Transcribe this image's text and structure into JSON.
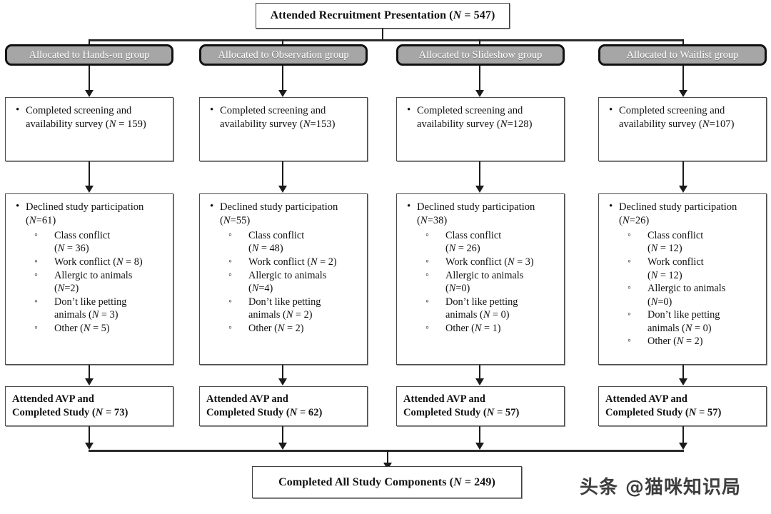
{
  "figure": {
    "top": {
      "label": "Attended Recruitment Presentation (N = 547)"
    },
    "columns": [
      {
        "group_label": "Allocated to Hands-on group",
        "screening": {
          "line1": "Completed screening and",
          "line2": "availability survey (N = 159)"
        },
        "declined": {
          "line1": "Declined study participation",
          "line2": "(N=61)",
          "reasons": [
            "Class conflict",
            "(N = 36)",
            "Work conflict (N = 8)",
            "Allergic to animals",
            "(N=2)",
            "Don’t like petting",
            "animals (N = 3)",
            "Other (N = 5)"
          ]
        },
        "completed": {
          "line1": "Attended AVP and",
          "line2": "Completed Study (N = 73)"
        }
      },
      {
        "group_label": "Allocated to Observation group",
        "screening": {
          "line1": "Completed screening and",
          "line2": "availability survey (N=153)"
        },
        "declined": {
          "line1": "Declined study participation",
          "line2": "(N=55)",
          "reasons": [
            "Class conflict",
            "(N = 48)",
            "Work conflict (N = 2)",
            "Allergic to animals",
            "(N=4)",
            "Don’t like petting",
            "animals (N = 2)",
            "Other (N = 2)"
          ]
        },
        "completed": {
          "line1": "Attended AVP and",
          "line2": "Completed Study (N = 62)"
        }
      },
      {
        "group_label": "Allocated to Slideshow group",
        "screening": {
          "line1": "Completed screening and",
          "line2": "availability survey (N=128)"
        },
        "declined": {
          "line1": "Declined study participation",
          "line2": "(N=38)",
          "reasons": [
            "Class conflict",
            "(N = 26)",
            "Work conflict (N = 3)",
            "Allergic to animals",
            "(N=0)",
            "Don’t like petting",
            "animals (N = 0)",
            "Other (N = 1)"
          ]
        },
        "completed": {
          "line1": "Attended AVP and",
          "line2": "Completed Study (N = 57)"
        }
      },
      {
        "group_label": "Allocated to Waitlist group",
        "screening": {
          "line1": "Completed screening and",
          "line2": "availability survey (N=107)"
        },
        "declined": {
          "line1": "Declined study participation",
          "line2": "(N=26)",
          "reasons": [
            "Class conflict",
            "(N = 12)",
            "Work conflict",
            "(N = 12)",
            "Allergic to animals",
            "(N=0)",
            "Don’t like petting",
            "animals (N = 0)",
            "Other (N = 2)"
          ]
        },
        "completed": {
          "line1": "Attended AVP and",
          "line2": "Completed Study (N = 57)"
        }
      }
    ],
    "bottom": {
      "label": "Completed All Study Components (N = 249)"
    },
    "watermark": "头条 @猫咪知识局",
    "colors": {
      "group_fill": "#a6a6a6",
      "group_border": "#111111",
      "box_border": "#4a4a4a",
      "line": "#1b1b1b",
      "background": "#ffffff"
    }
  }
}
